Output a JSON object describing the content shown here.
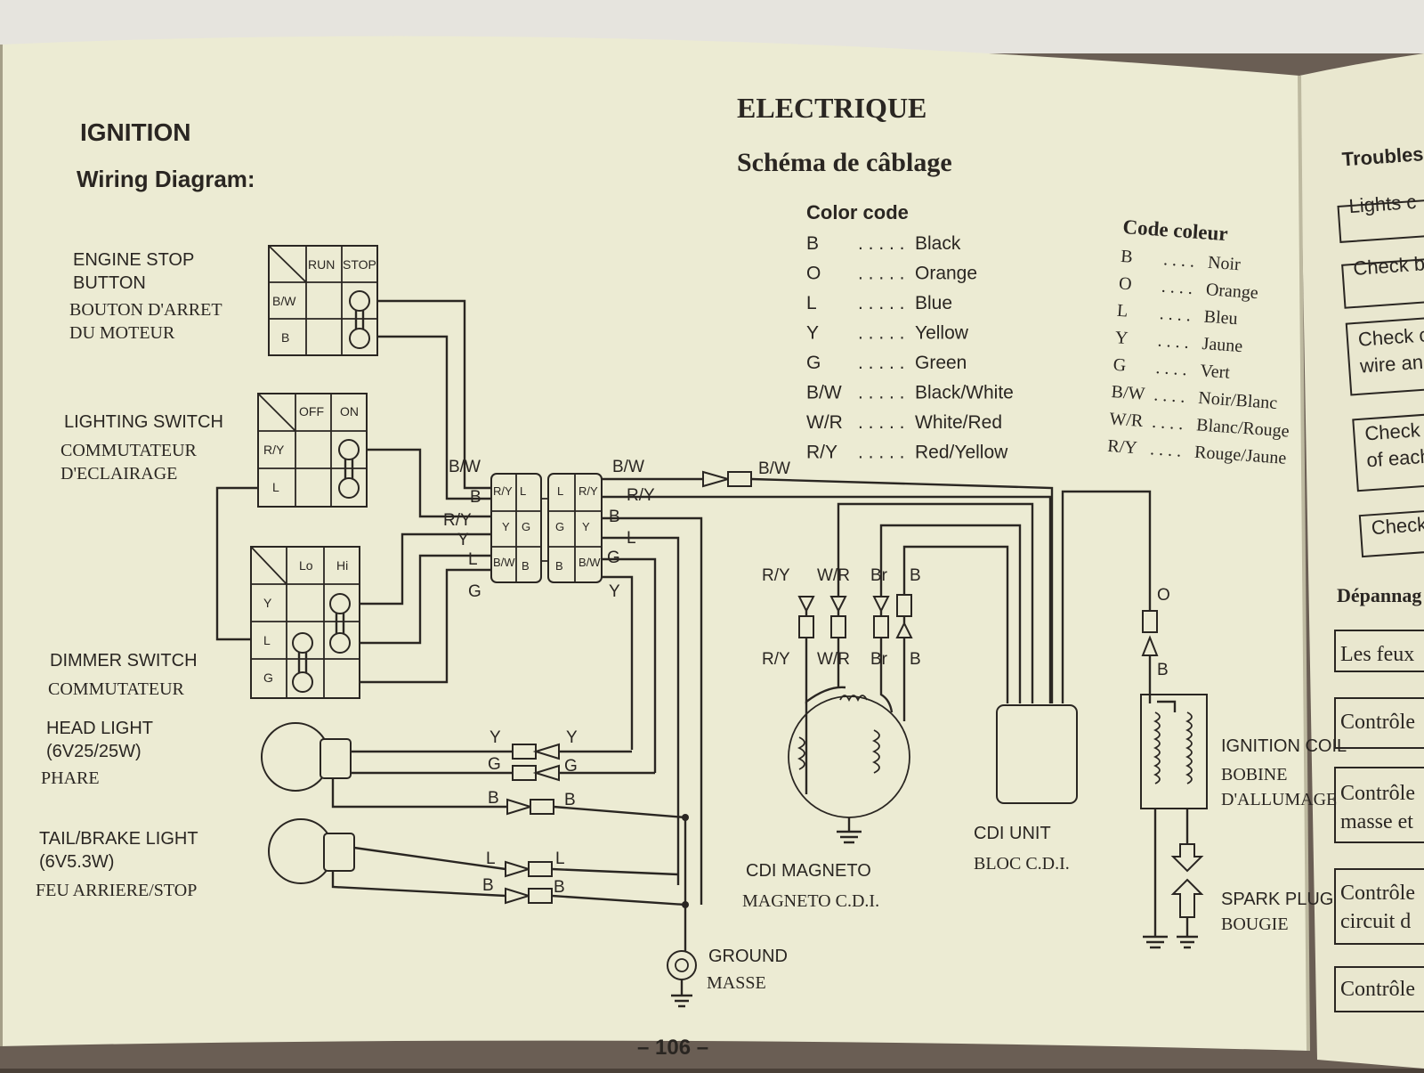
{
  "left_page": {
    "section_title": "IGNITION",
    "subtitle": "Wiring Diagram:",
    "page_number": "– 106 –"
  },
  "right_header": {
    "section_title": "ELECTRIQUE",
    "subtitle": "Schéma de câblage"
  },
  "color_code": {
    "title": "Color code",
    "entries": [
      {
        "code": "B",
        "name": "Black"
      },
      {
        "code": "O",
        "name": "Orange"
      },
      {
        "code": "L",
        "name": "Blue"
      },
      {
        "code": "Y",
        "name": "Yellow"
      },
      {
        "code": "G",
        "name": "Green"
      },
      {
        "code": "B/W",
        "name": "Black/White"
      },
      {
        "code": "W/R",
        "name": "White/Red"
      },
      {
        "code": "R/Y",
        "name": "Red/Yellow"
      }
    ]
  },
  "code_couleur": {
    "title": "Code coleur",
    "entries": [
      {
        "code": "B",
        "name": "Noir"
      },
      {
        "code": "O",
        "name": "Orange"
      },
      {
        "code": "L",
        "name": "Bleu"
      },
      {
        "code": "Y",
        "name": "Jaune"
      },
      {
        "code": "G",
        "name": "Vert"
      },
      {
        "code": "B/W",
        "name": "Noir/Blanc"
      },
      {
        "code": "W/R",
        "name": "Blanc/Rouge"
      },
      {
        "code": "R/Y",
        "name": "Rouge/Jaune"
      }
    ]
  },
  "components": {
    "engine_stop": {
      "line1": "ENGINE STOP",
      "line2": "BUTTON",
      "line3": "BOUTON D'ARRET",
      "line4": "DU MOTEUR",
      "col1": "RUN",
      "col2": "STOP",
      "row1": "B/W",
      "row2": "B"
    },
    "lighting_switch": {
      "line1": "LIGHTING SWITCH",
      "line2": "COMMUTATEUR",
      "line3": "D'ECLAIRAGE",
      "col1": "OFF",
      "col2": "ON",
      "row1": "R/Y",
      "row2": "L"
    },
    "dimmer_switch": {
      "line1": "DIMMER SWITCH",
      "line2": "COMMUTATEUR",
      "col1": "Lo",
      "col2": "Hi",
      "row1": "Y",
      "row2": "L",
      "row3": "G"
    },
    "head_light": {
      "line1": "HEAD LIGHT",
      "line2": "(6V25/25W)",
      "line3": "PHARE"
    },
    "tail_light": {
      "line1": "TAIL/BRAKE LIGHT",
      "line2": "(6V5.3W)",
      "line3": "FEU ARRIERE/STOP"
    },
    "ground": {
      "line1": "GROUND",
      "line2": "MASSE"
    },
    "cdi_magneto": {
      "line1": "CDI MAGNETO",
      "line2": "MAGNETO C.D.I."
    },
    "cdi_unit": {
      "line1": "CDI UNIT",
      "line2": "BLOC C.D.I."
    },
    "ignition_coil": {
      "line1": "IGNITION COIL",
      "line2": "BOBINE",
      "line3": "D'ALLUMAGE"
    },
    "spark_plug": {
      "line1": "SPARK PLUG",
      "line2": "BOUGIE"
    }
  },
  "connector": {
    "left_cells": [
      "R/Y",
      "L",
      "Y",
      "G",
      "B/W",
      "B"
    ],
    "right_cells": [
      "L",
      "R/Y",
      "G",
      "Y",
      "B",
      "B/W"
    ]
  },
  "wire_labels": {
    "bw": "B/W",
    "b": "B",
    "ry": "R/Y",
    "y": "Y",
    "l": "L",
    "g": "G",
    "wr": "W/R",
    "br": "Br",
    "o": "O"
  },
  "right_page_tabs": {
    "top_title": "Troubles",
    "items": [
      "Lights c",
      "Check b",
      "Check c",
      "wire an",
      "Check t",
      "of each",
      "Check li"
    ],
    "section": "Dépannag",
    "items_fr": [
      "Les feux",
      "Contrôle",
      "Contrôle",
      "masse et",
      "Contrôle",
      "circuit d",
      "Contrôle"
    ]
  },
  "top_cut_text": "ELECTRIQUE",
  "colors": {
    "paper": "#ecebd3",
    "ink": "#2a2622",
    "background": "#4a4038"
  }
}
